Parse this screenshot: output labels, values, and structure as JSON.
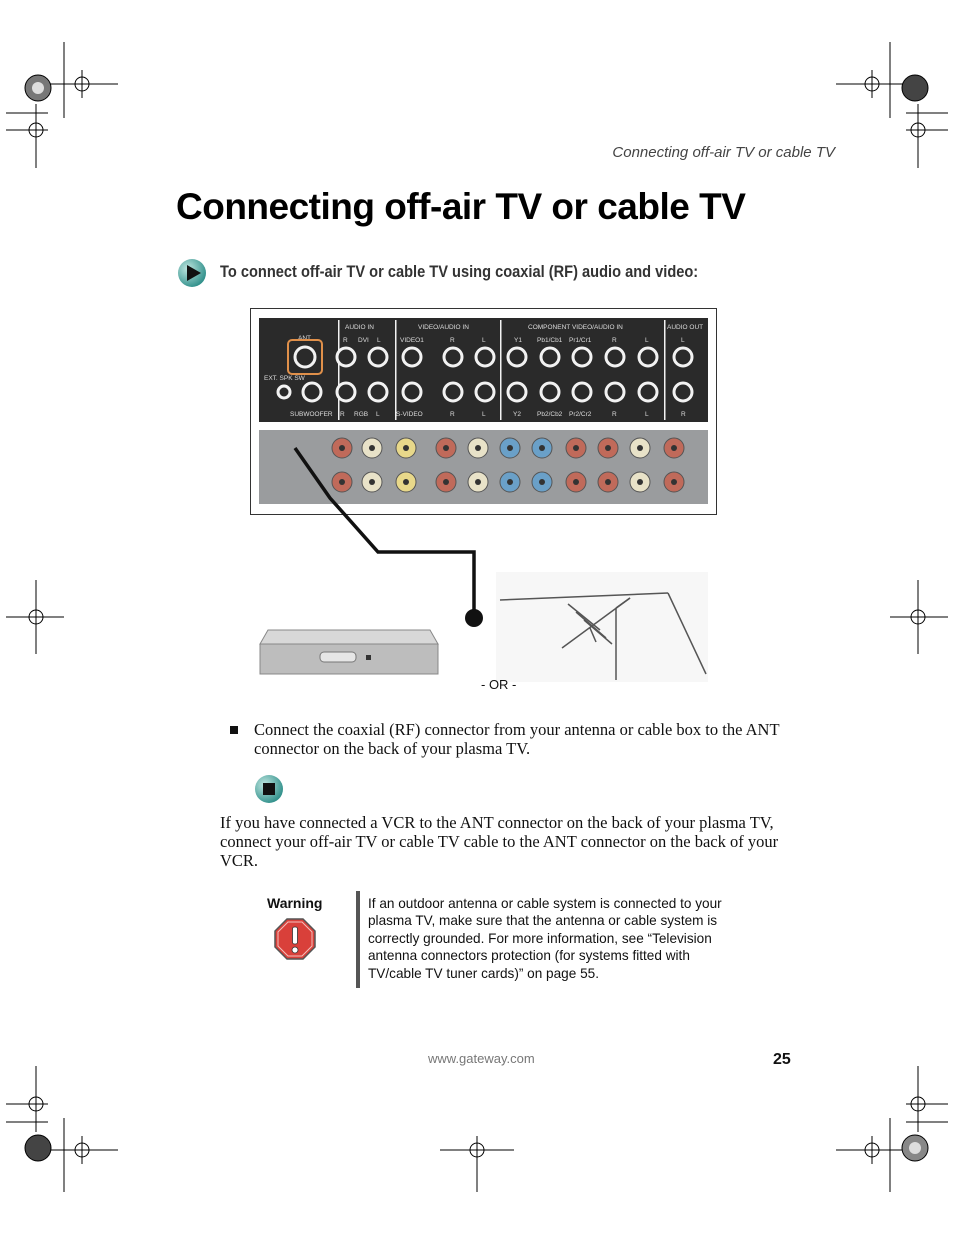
{
  "header": {
    "running_title": "Connecting off-air TV or cable TV"
  },
  "page_title": "Connecting off-air TV or cable TV",
  "step": {
    "icon": "play-arrow-icon",
    "heading": "To connect off-air TV or cable TV using coaxial (RF) audio and video:"
  },
  "figure": {
    "panel_headers": [
      "AUDIO IN",
      "VIDEO/AUDIO IN",
      "COMPONENT VIDEO/AUDIO IN",
      "AUDIO OUT"
    ],
    "top_row_labels": [
      "ANT",
      "R",
      "DVI",
      "L",
      "VIDEO1",
      "R",
      "L",
      "Y1",
      "Pb1/Cb1",
      "Pr1/Cr1",
      "R",
      "L",
      "L"
    ],
    "side_labels": [
      "EXT. SPK SW",
      "SUBWOOFER"
    ],
    "bottom_row_labels": [
      "R",
      "RGB",
      "L",
      "S-VIDEO",
      "R",
      "L",
      "Y2",
      "Pb2/Cb2",
      "Pr2/Cr2",
      "R",
      "L",
      "R"
    ],
    "or_label": "- OR -"
  },
  "bullet": "Connect the coaxial (RF) connector from your antenna or cable box to the ANT connector on the back of your plasma TV.",
  "end_icon": "stop-square-icon",
  "paragraph": "If you have connected a VCR to the ANT connector on the back of your plasma TV, connect your off-air TV or cable TV cable to the ANT connector on the back of your VCR.",
  "warning": {
    "label": "Warning",
    "icon": "warning-exclamation-icon",
    "text": "If an outdoor antenna or cable system is connected to your plasma TV, make sure that the antenna or cable system is correctly grounded. For more information, see “Television antenna connectors protection (for systems fitted with TV/cable TV tuner cards)” on page 55."
  },
  "footer": {
    "url": "www.gateway.com",
    "page_number": "25"
  },
  "colors": {
    "warning_red": "#d9403a",
    "icon_teal": "#2f8f8a",
    "panel_dark": "#2a2a2a"
  }
}
